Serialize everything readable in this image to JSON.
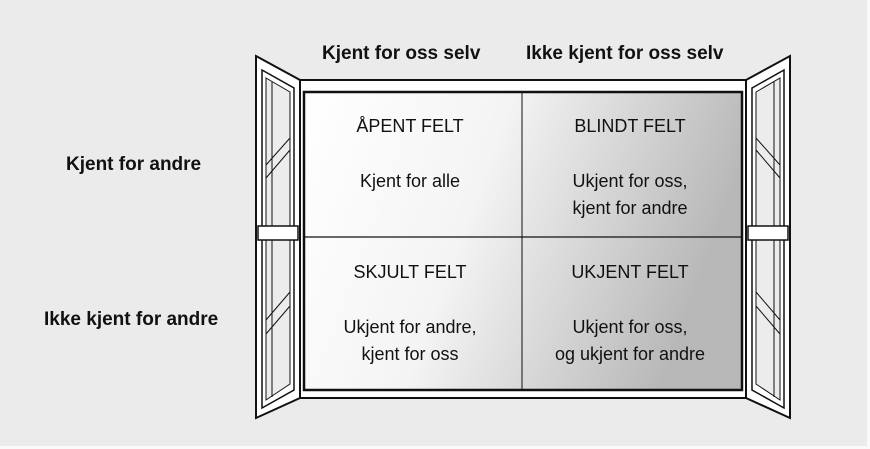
{
  "columns": [
    "Kjent for oss selv",
    "Ikke kjent for oss selv"
  ],
  "rows": [
    "Kjent for andre",
    "Ikke kjent for andre"
  ],
  "quadrants": [
    {
      "title": "ÅPENT FELT",
      "lines": [
        "Kjent for alle"
      ]
    },
    {
      "title": "BLINDT FELT",
      "lines": [
        "Ukjent for oss,",
        "kjent for andre"
      ]
    },
    {
      "title": "SKJULT FELT",
      "lines": [
        "Ukjent for andre,",
        "kjent for oss"
      ]
    },
    {
      "title": "UKJENT FELT",
      "lines": [
        "Ukjent for oss,",
        "og ukjent for andre"
      ]
    }
  ],
  "colors": {
    "background": "#ebebeb",
    "line": "#111111",
    "glass_light": "#ffffff",
    "glass_dark": "#b4b4b4"
  }
}
